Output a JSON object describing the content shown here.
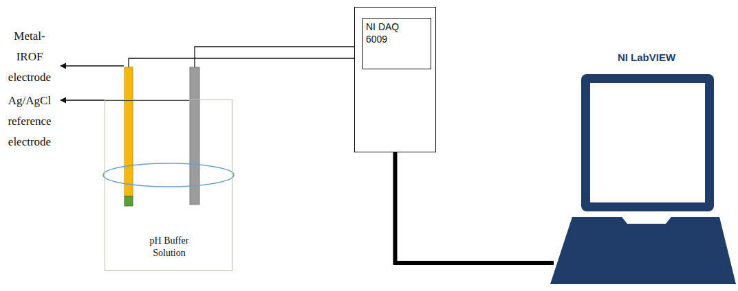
{
  "diagram": {
    "nodes": [
      {
        "text": [
          "pH Buffer Solution"
        ]
      },
      {
        "text": [
          "NI DAQ 6009"
        ]
      },
      {
        "text": [
          "NI LabVIEW"
        ]
      }
    ],
    "edges": [
      {
        "from": 1,
        "to": 2,
        "arrow": "none"
      }
    ],
    "labels": [
      "Metal-IROF electrode",
      "Ag/AgCl reference electrode"
    ]
  }
}
